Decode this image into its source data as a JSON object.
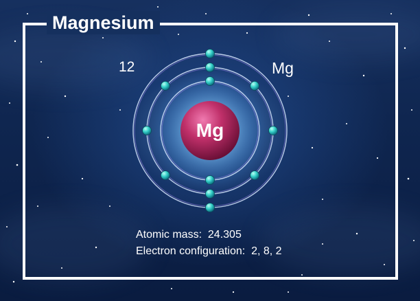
{
  "title": "Magnesium",
  "atomic_number": "12",
  "symbol": "Mg",
  "nucleus_label": "Mg",
  "atomic_mass_label": "Atomic mass:",
  "atomic_mass_value": "24.305",
  "electron_config_label": "Electron configuration:",
  "electron_config_value": "2, 8, 2",
  "shells": [
    2,
    8,
    2
  ],
  "colors": {
    "background": "#0f2650",
    "frame": "#ffffff",
    "nucleus": "#c0306a",
    "electron": "#35d0c8",
    "orbit": "#d8e6ff"
  }
}
